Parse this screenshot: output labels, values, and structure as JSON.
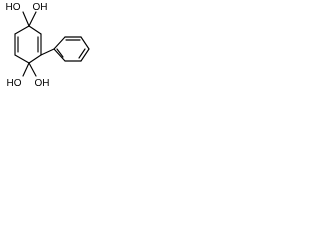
{
  "labels": {
    "oh_top_left": "HO",
    "oh_top_right": "OH",
    "oh_bottom_left": "HO",
    "oh_bottom_right": "OH"
  },
  "colors": {
    "ink": "#000000",
    "background": "#ffffff"
  }
}
